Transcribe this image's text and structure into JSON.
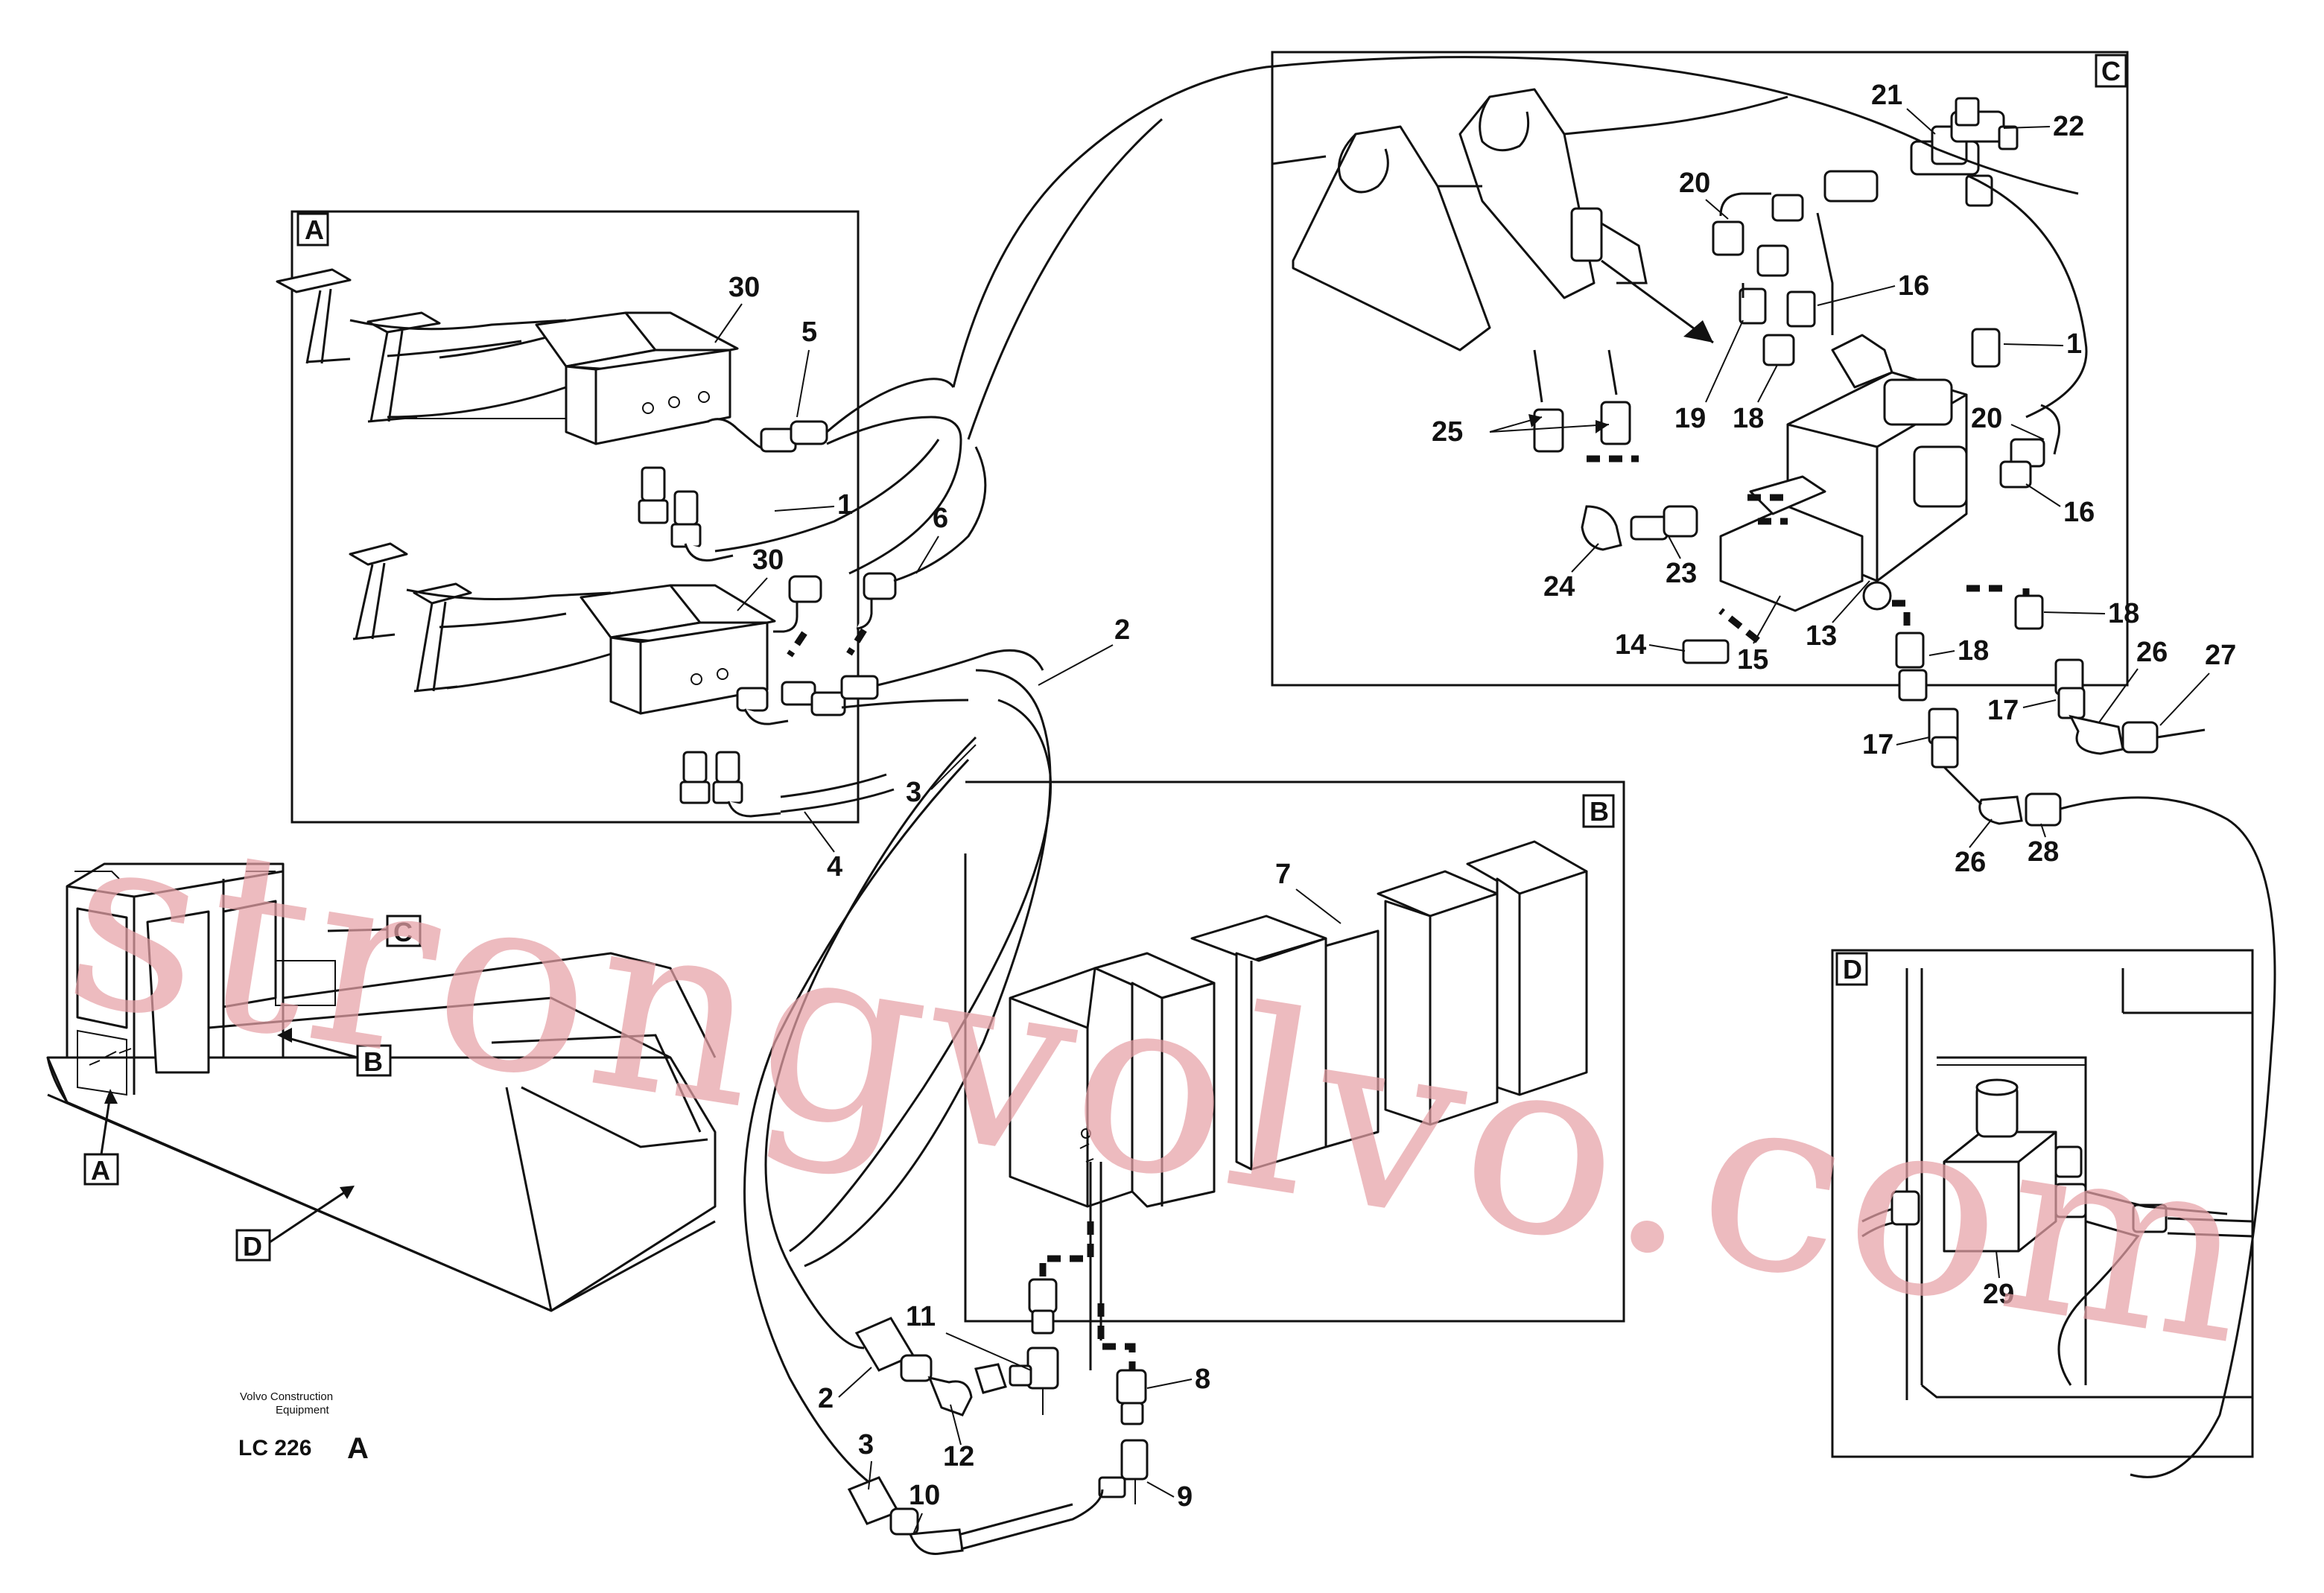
{
  "diagram": {
    "frames": {
      "a": "A",
      "b": "B",
      "c": "C",
      "d": "D"
    },
    "locator_labels": {
      "a": "A",
      "b": "B",
      "c": "C",
      "d": "D"
    },
    "part_labels": {
      "p1a": "1",
      "p1c": "1",
      "p2a": "2",
      "p2b": "2",
      "p3a": "3",
      "p3b": "3",
      "p4": "4",
      "p5": "5",
      "p6": "6",
      "p7": "7",
      "p8": "8",
      "p9": "9",
      "p10": "10",
      "p11": "11",
      "p12": "12",
      "p13": "13",
      "p14": "14",
      "p15": "15",
      "p16a": "16",
      "p16b": "16",
      "p17a": "17",
      "p17b": "17",
      "p18a": "18",
      "p18b": "18",
      "p18c": "18",
      "p19": "19",
      "p20a": "20",
      "p20b": "20",
      "p21": "21",
      "p22": "22",
      "p23": "23",
      "p24": "24",
      "p25": "25",
      "p26a": "26",
      "p26b": "26",
      "p27": "27",
      "p28": "28",
      "p29": "29",
      "p30a": "30",
      "p30b": "30"
    },
    "publisher_line1": "Volvo Construction",
    "publisher_line2": "Equipment",
    "drawing_code": "LC 226",
    "drawing_letter": "A",
    "watermark": "strongvolvo.com"
  }
}
